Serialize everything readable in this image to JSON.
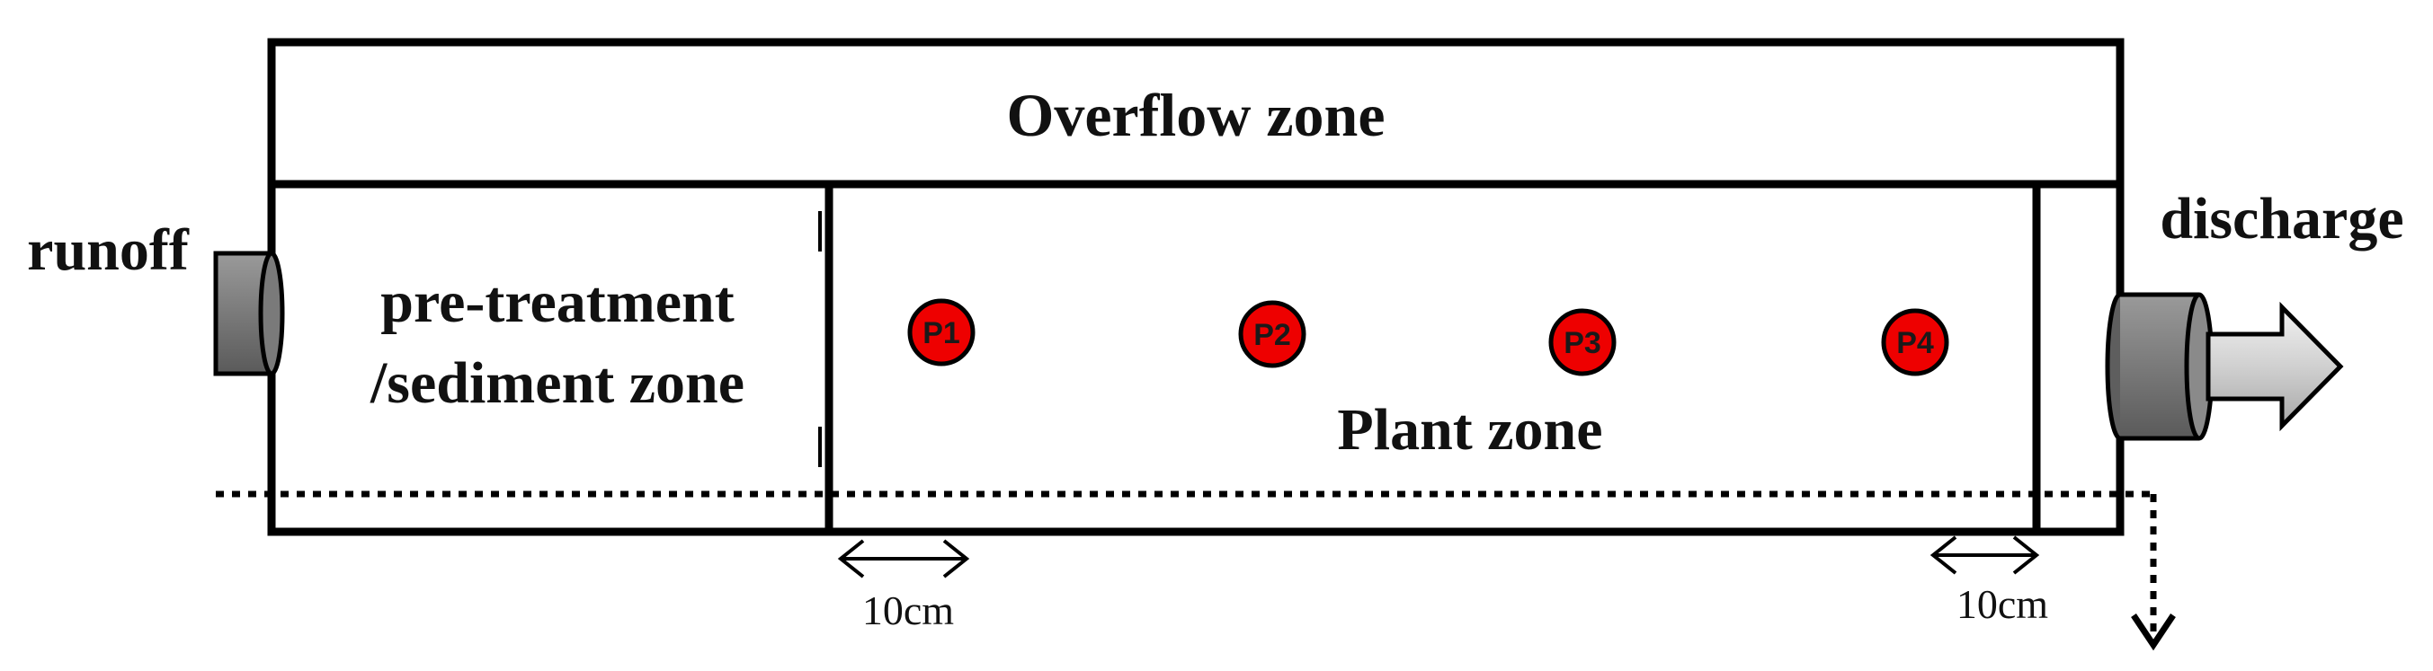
{
  "labels": {
    "overflow_zone": "Overflow zone",
    "pretreatment_line1": "pre-treatment",
    "pretreatment_line2": "/sediment zone",
    "plant_zone": "Plant zone",
    "runoff": "runoff",
    "discharge": "discharge",
    "dimension_left": "10cm",
    "dimension_right": "10cm"
  },
  "points": [
    {
      "label": "P1"
    },
    {
      "label": "P2"
    },
    {
      "label": "P3"
    },
    {
      "label": "P4"
    }
  ],
  "colors": {
    "outline": "#000000",
    "point_fill": "#ee0000",
    "pipe_fill": "#7a7a7a",
    "arrow_fill": "#d6d6d6"
  }
}
